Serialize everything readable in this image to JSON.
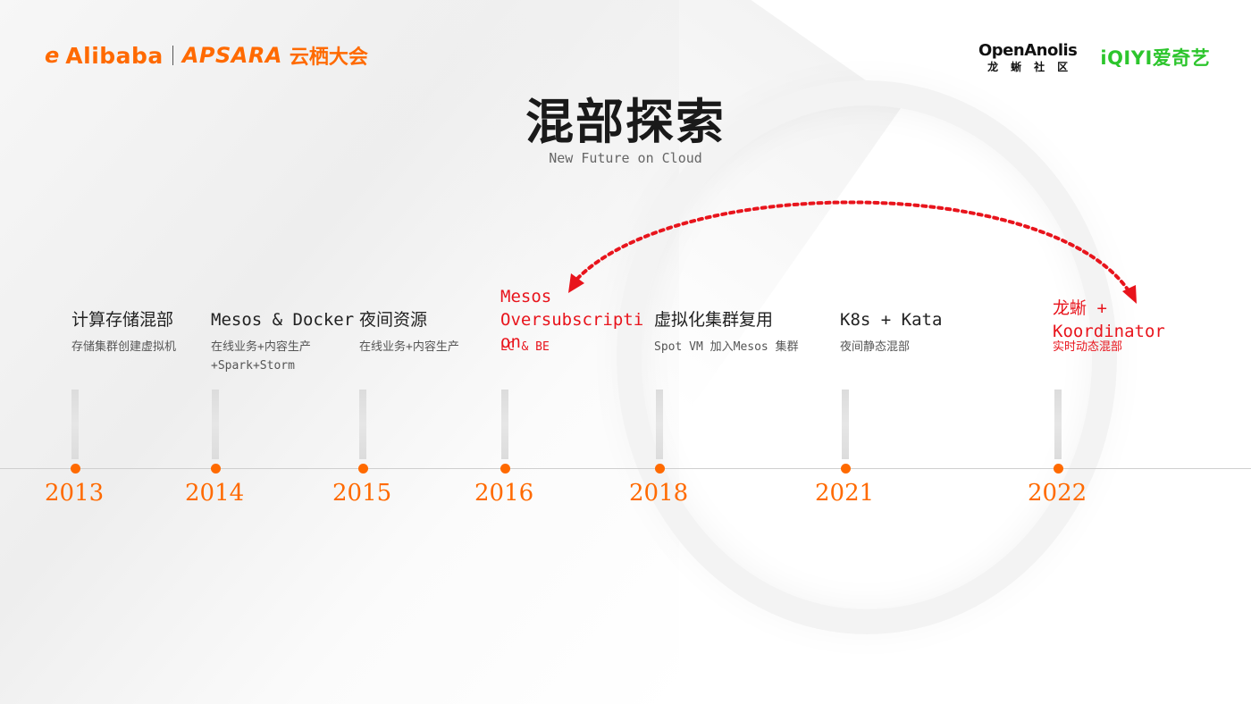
{
  "brand": {
    "alibaba_mark": "e",
    "alibaba": "Alibaba",
    "apsara": "APSARA",
    "yunqi": "云栖大会",
    "openanolis": "OpenAnolis",
    "openanolis_sub": "龙蜥社区",
    "iqiyi": "iQIYI爱奇艺",
    "accent_color": "#ff6a00",
    "iqiyi_color": "#2cc52c"
  },
  "header": {
    "title": "混部探索",
    "subtitle": "New Future on Cloud"
  },
  "timeline": {
    "highlight_color": "#e8141c",
    "arrow": "dotted-double-arrow-2016-to-2022",
    "milestones": [
      {
        "year": "2013",
        "title": "计算存储混部",
        "desc": "存储集群创建虚拟机"
      },
      {
        "year": "2014",
        "title": "Mesos & Docker",
        "desc": "在线业务+内容生产",
        "desc2": "+Spark+Storm"
      },
      {
        "year": "2015",
        "title": "夜间资源",
        "desc": "在线业务+内容生产"
      },
      {
        "year": "2016",
        "title": "Mesos",
        "title2": "Oversubscripti",
        "title3": "on",
        "desc": "LC & BE"
      },
      {
        "year": "2018",
        "title": "虚拟化集群复用",
        "desc": "Spot VM 加入Mesos 集群"
      },
      {
        "year": "2021",
        "title": "K8s + Kata",
        "desc": "夜间静态混部"
      },
      {
        "year": "2022",
        "title": "龙蜥 +",
        "title2": "Koordinator",
        "desc": "实时动态混部"
      }
    ]
  }
}
